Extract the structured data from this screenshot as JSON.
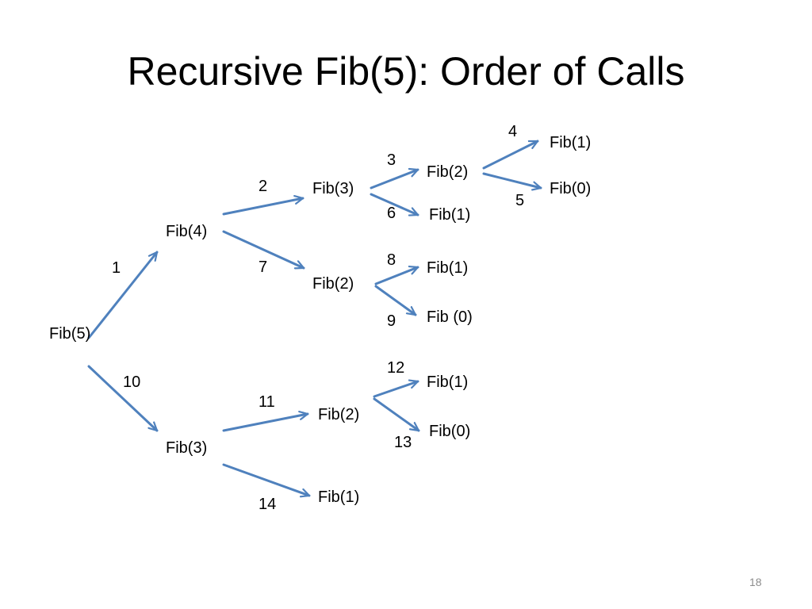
{
  "title": "Recursive Fib(5): Order of Calls",
  "slide_number": "18",
  "colors": {
    "arrow": "#4f81bd",
    "text": "#000000",
    "slide_number": "#8c8c8c"
  },
  "nodes": [
    "Fib(5)",
    "Fib(4)",
    "Fib(3)",
    "Fib(2)",
    "Fib(1)",
    "Fib(0)",
    "Fib(1)",
    "Fib(2)",
    "Fib(1)",
    "Fib (0)",
    "Fib(3)",
    "Fib(2)",
    "Fib(1)",
    "Fib(0)",
    "Fib(1)"
  ],
  "steps": [
    "1",
    "2",
    "3",
    "4",
    "5",
    "6",
    "7",
    "8",
    "9",
    "10",
    "11",
    "12",
    "13",
    "14"
  ],
  "edges": [
    {
      "from": "Fib(5)",
      "to": "Fib(4)",
      "order": "1"
    },
    {
      "from": "Fib(4)",
      "to": "Fib(3)",
      "order": "2"
    },
    {
      "from": "Fib(3)",
      "to": "Fib(2)",
      "order": "3"
    },
    {
      "from": "Fib(2)",
      "to": "Fib(1)",
      "order": "4"
    },
    {
      "from": "Fib(2)",
      "to": "Fib(0)",
      "order": "5"
    },
    {
      "from": "Fib(3)",
      "to": "Fib(1)",
      "order": "6"
    },
    {
      "from": "Fib(4)",
      "to": "Fib(2)",
      "order": "7"
    },
    {
      "from": "Fib(2)",
      "to": "Fib(1)",
      "order": "8"
    },
    {
      "from": "Fib(2)",
      "to": "Fib (0)",
      "order": "9"
    },
    {
      "from": "Fib(5)",
      "to": "Fib(3)",
      "order": "10"
    },
    {
      "from": "Fib(3)",
      "to": "Fib(2)",
      "order": "11"
    },
    {
      "from": "Fib(2)",
      "to": "Fib(1)",
      "order": "12"
    },
    {
      "from": "Fib(2)",
      "to": "Fib(0)",
      "order": "13"
    },
    {
      "from": "Fib(3)",
      "to": "Fib(1)",
      "order": "14"
    }
  ]
}
